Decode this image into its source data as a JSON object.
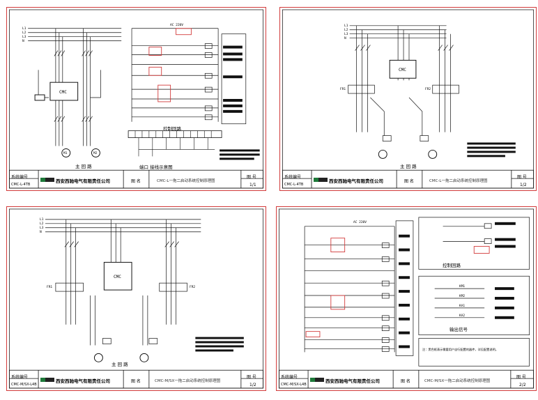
{
  "sheets": [
    {
      "id": "sheet-1",
      "titleblock": {
        "left_label": "系统编号",
        "left_code": "CMC-L-4TB",
        "company": "西安西驰电气有限责任公司",
        "name_label": "图 名",
        "title": "CMC-L一拖二启动系统控制原理图",
        "number_label": "图 号",
        "page": "1/1"
      },
      "labels": {
        "bus": [
          "L1",
          "L2",
          "L3",
          "N"
        ],
        "main_circuit": "主 回 路",
        "control_circuit": "控制回路",
        "terminal": "端口 接线示意图",
        "supply": "AC 220V",
        "device": "CMC",
        "motor_1": "M1",
        "motor_2": "M2"
      }
    },
    {
      "id": "sheet-2",
      "titleblock": {
        "left_label": "系统编号",
        "left_code": "CMC-L-4TB",
        "company": "西安西驰电气有限责任公司",
        "name_label": "图 名",
        "title": "CMC-L一拖二启动系统控制原理图",
        "number_label": "图 号",
        "page": "1/2"
      },
      "labels": {
        "bus": [
          "L1",
          "L2",
          "L3",
          "N"
        ],
        "main_circuit": "主 回 路",
        "device": "CMC",
        "fr_1": "FR1",
        "fr_2": "FR2"
      }
    },
    {
      "id": "sheet-3",
      "titleblock": {
        "left_label": "系统编号",
        "left_code": "CMC-M/SX-L4B",
        "company": "西安西驰电气有限责任公司",
        "name_label": "图 名",
        "title": "CMC-M/SX一拖二启动系统控制原理图",
        "number_label": "图 号",
        "page": "1/2"
      },
      "labels": {
        "bus": [
          "L1",
          "L2",
          "L3",
          "N"
        ],
        "main_circuit": "主 回 路",
        "device": "CMC",
        "fr_1": "FR1",
        "fr_2": "FR2"
      }
    },
    {
      "id": "sheet-4",
      "titleblock": {
        "left_label": "系统编号",
        "left_code": "CMC-M/SX-L4B",
        "company": "西安西驰电气有限责任公司",
        "name_label": "图 名",
        "title": "CMC-M/SX一拖二启动系统控制原理图",
        "number_label": "图 号",
        "page": "2/2"
      },
      "labels": {
        "supply": "AC 220V",
        "control_circuit": "控制回路",
        "indicator": "输出信号",
        "outputs": [
          "KM1",
          "KM2",
          "KA1",
          "KA2"
        ],
        "notes": "注：黑色框表示需要用户自行配置的器件，详见配置说明。"
      }
    }
  ],
  "colors": {
    "frame": "#d23a3a",
    "ink": "#111111",
    "highlight": "#d23a3a",
    "redaction": "#000000",
    "logo_green": "#1e7a3a"
  }
}
